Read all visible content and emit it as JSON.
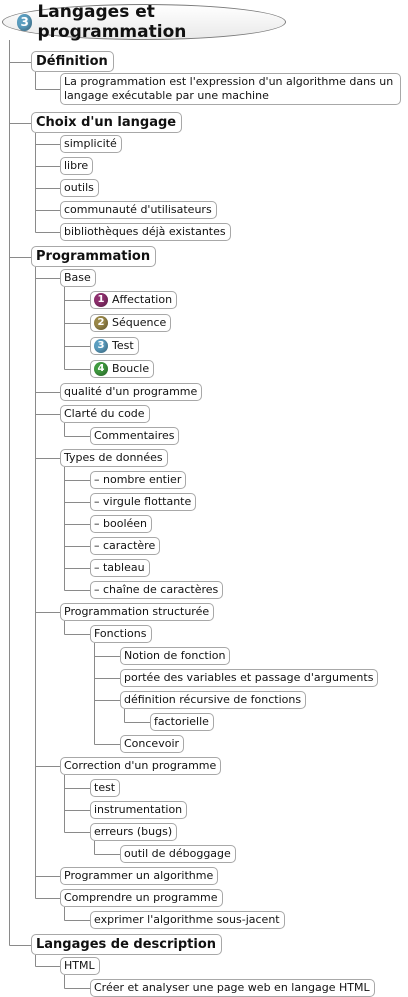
{
  "root": {
    "title": "Langages et programmation",
    "badge": "3",
    "badge_color": "#5b9ec0"
  },
  "colors": {
    "line": "#8a8a8a",
    "border": "#a8a8a8"
  },
  "badges": {
    "1": "#8e2f6e",
    "2": "#9a8848",
    "3": "#5b9ec0",
    "4": "#3f9a3f"
  },
  "nodes": [
    {
      "id": "definition",
      "label": "Définition",
      "level": 1
    },
    {
      "id": "definition-text",
      "label": "La programmation est l'expression d'un algorithme dans un langage exécutable par une machine",
      "level": 2,
      "multi": true
    },
    {
      "id": "choix",
      "label": "Choix d'un langage",
      "level": 1
    },
    {
      "id": "simplicite",
      "label": "simplicité",
      "level": 2
    },
    {
      "id": "libre",
      "label": "libre",
      "level": 2
    },
    {
      "id": "outils",
      "label": "outils",
      "level": 2
    },
    {
      "id": "communaute",
      "label": "communauté d'utilisateurs",
      "level": 2
    },
    {
      "id": "bibliotheques",
      "label": "bibliothèques déjà existantes",
      "level": 2
    },
    {
      "id": "programmation",
      "label": "Programmation",
      "level": 1
    },
    {
      "id": "base",
      "label": "Base",
      "level": 2
    },
    {
      "id": "affectation",
      "label": "Affectation",
      "level": 3,
      "badge": "1"
    },
    {
      "id": "sequence",
      "label": "Séquence",
      "level": 3,
      "badge": "2"
    },
    {
      "id": "test-base",
      "label": "Test",
      "level": 3,
      "badge": "3"
    },
    {
      "id": "boucle",
      "label": "Boucle",
      "level": 3,
      "badge": "4"
    },
    {
      "id": "qualite",
      "label": "qualité d'un programme",
      "level": 2
    },
    {
      "id": "clarte",
      "label": "Clarté du code",
      "level": 2
    },
    {
      "id": "commentaires",
      "label": "Commentaires",
      "level": 3
    },
    {
      "id": "types",
      "label": "Types de données",
      "level": 2
    },
    {
      "id": "entier",
      "label": "– nombre entier",
      "level": 3
    },
    {
      "id": "virgule",
      "label": "– virgule flottante",
      "level": 3
    },
    {
      "id": "booleen",
      "label": "– booléen",
      "level": 3
    },
    {
      "id": "caractere",
      "label": "– caractère",
      "level": 3
    },
    {
      "id": "tableau",
      "label": "– tableau",
      "level": 3
    },
    {
      "id": "chaine",
      "label": "– chaîne de caractères",
      "level": 3
    },
    {
      "id": "structuree",
      "label": "Programmation structurée",
      "level": 2
    },
    {
      "id": "fonctions",
      "label": "Fonctions",
      "level": 3
    },
    {
      "id": "notion",
      "label": "Notion de fonction",
      "level": 4
    },
    {
      "id": "portee",
      "label": "portée des variables et passage d'arguments",
      "level": 4
    },
    {
      "id": "recursive",
      "label": "définition récursive de fonctions",
      "level": 4
    },
    {
      "id": "factorielle",
      "label": "factorielle",
      "level": 5
    },
    {
      "id": "concevoir",
      "label": "Concevoir",
      "level": 4
    },
    {
      "id": "correction",
      "label": "Correction d'un programme",
      "level": 2
    },
    {
      "id": "test",
      "label": "test",
      "level": 3
    },
    {
      "id": "instrumentation",
      "label": "instrumentation",
      "level": 3
    },
    {
      "id": "erreurs",
      "label": "erreurs (bugs)",
      "level": 3
    },
    {
      "id": "debogage",
      "label": "outil de déboggage",
      "level": 4
    },
    {
      "id": "programmer",
      "label": "Programmer un algorithme",
      "level": 2
    },
    {
      "id": "comprendre",
      "label": "Comprendre un programme",
      "level": 2
    },
    {
      "id": "exprimer",
      "label": "exprimer l'algorithme sous-jacent",
      "level": 3
    },
    {
      "id": "description",
      "label": "Langages de description",
      "level": 1
    },
    {
      "id": "html",
      "label": "HTML",
      "level": 2
    },
    {
      "id": "creer",
      "label": "Créer et analyser une page web en langage HTML",
      "level": 3
    }
  ]
}
